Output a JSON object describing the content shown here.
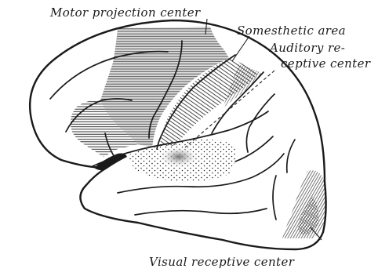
{
  "labels": {
    "motor": "Motor projection center",
    "somesthetic": "Somesthetic area",
    "auditory_line1": "Auditory re-",
    "auditory_line2": "ceptive center",
    "visual": "Visual receptive center"
  },
  "colors": {
    "ink": "#1a1a1a",
    "background": "#ffffff"
  }
}
